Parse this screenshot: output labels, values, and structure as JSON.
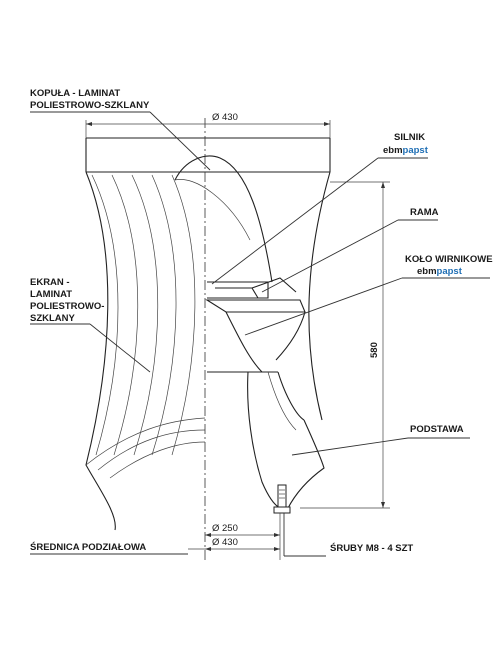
{
  "labels": {
    "dome": [
      "KOPUŁA - LAMINAT",
      "POLIESTROWO-SZKLANY"
    ],
    "motor": "SILNIK",
    "frame": "RAMA",
    "impeller": "KOŁO WIRNIKOWE",
    "screen": [
      "EKRAN -",
      "LAMINAT",
      "POLIESTROWO-",
      "SZKLANY"
    ],
    "base": "PODSTAWA",
    "pitch_diameter": "ŚREDNICA PODZIAŁOWA",
    "bolts": "ŚRUBY M8 - 4 SZT"
  },
  "brand": {
    "prefix": "ebm",
    "suffix": "papst",
    "prefix_color": "#1a1a1a",
    "suffix_color": "#1f6fb5"
  },
  "dimensions": {
    "top_diameter": "Ø 430",
    "height": "580",
    "inner_diameter": "Ø 250",
    "pitch_diameter": "Ø 430"
  }
}
